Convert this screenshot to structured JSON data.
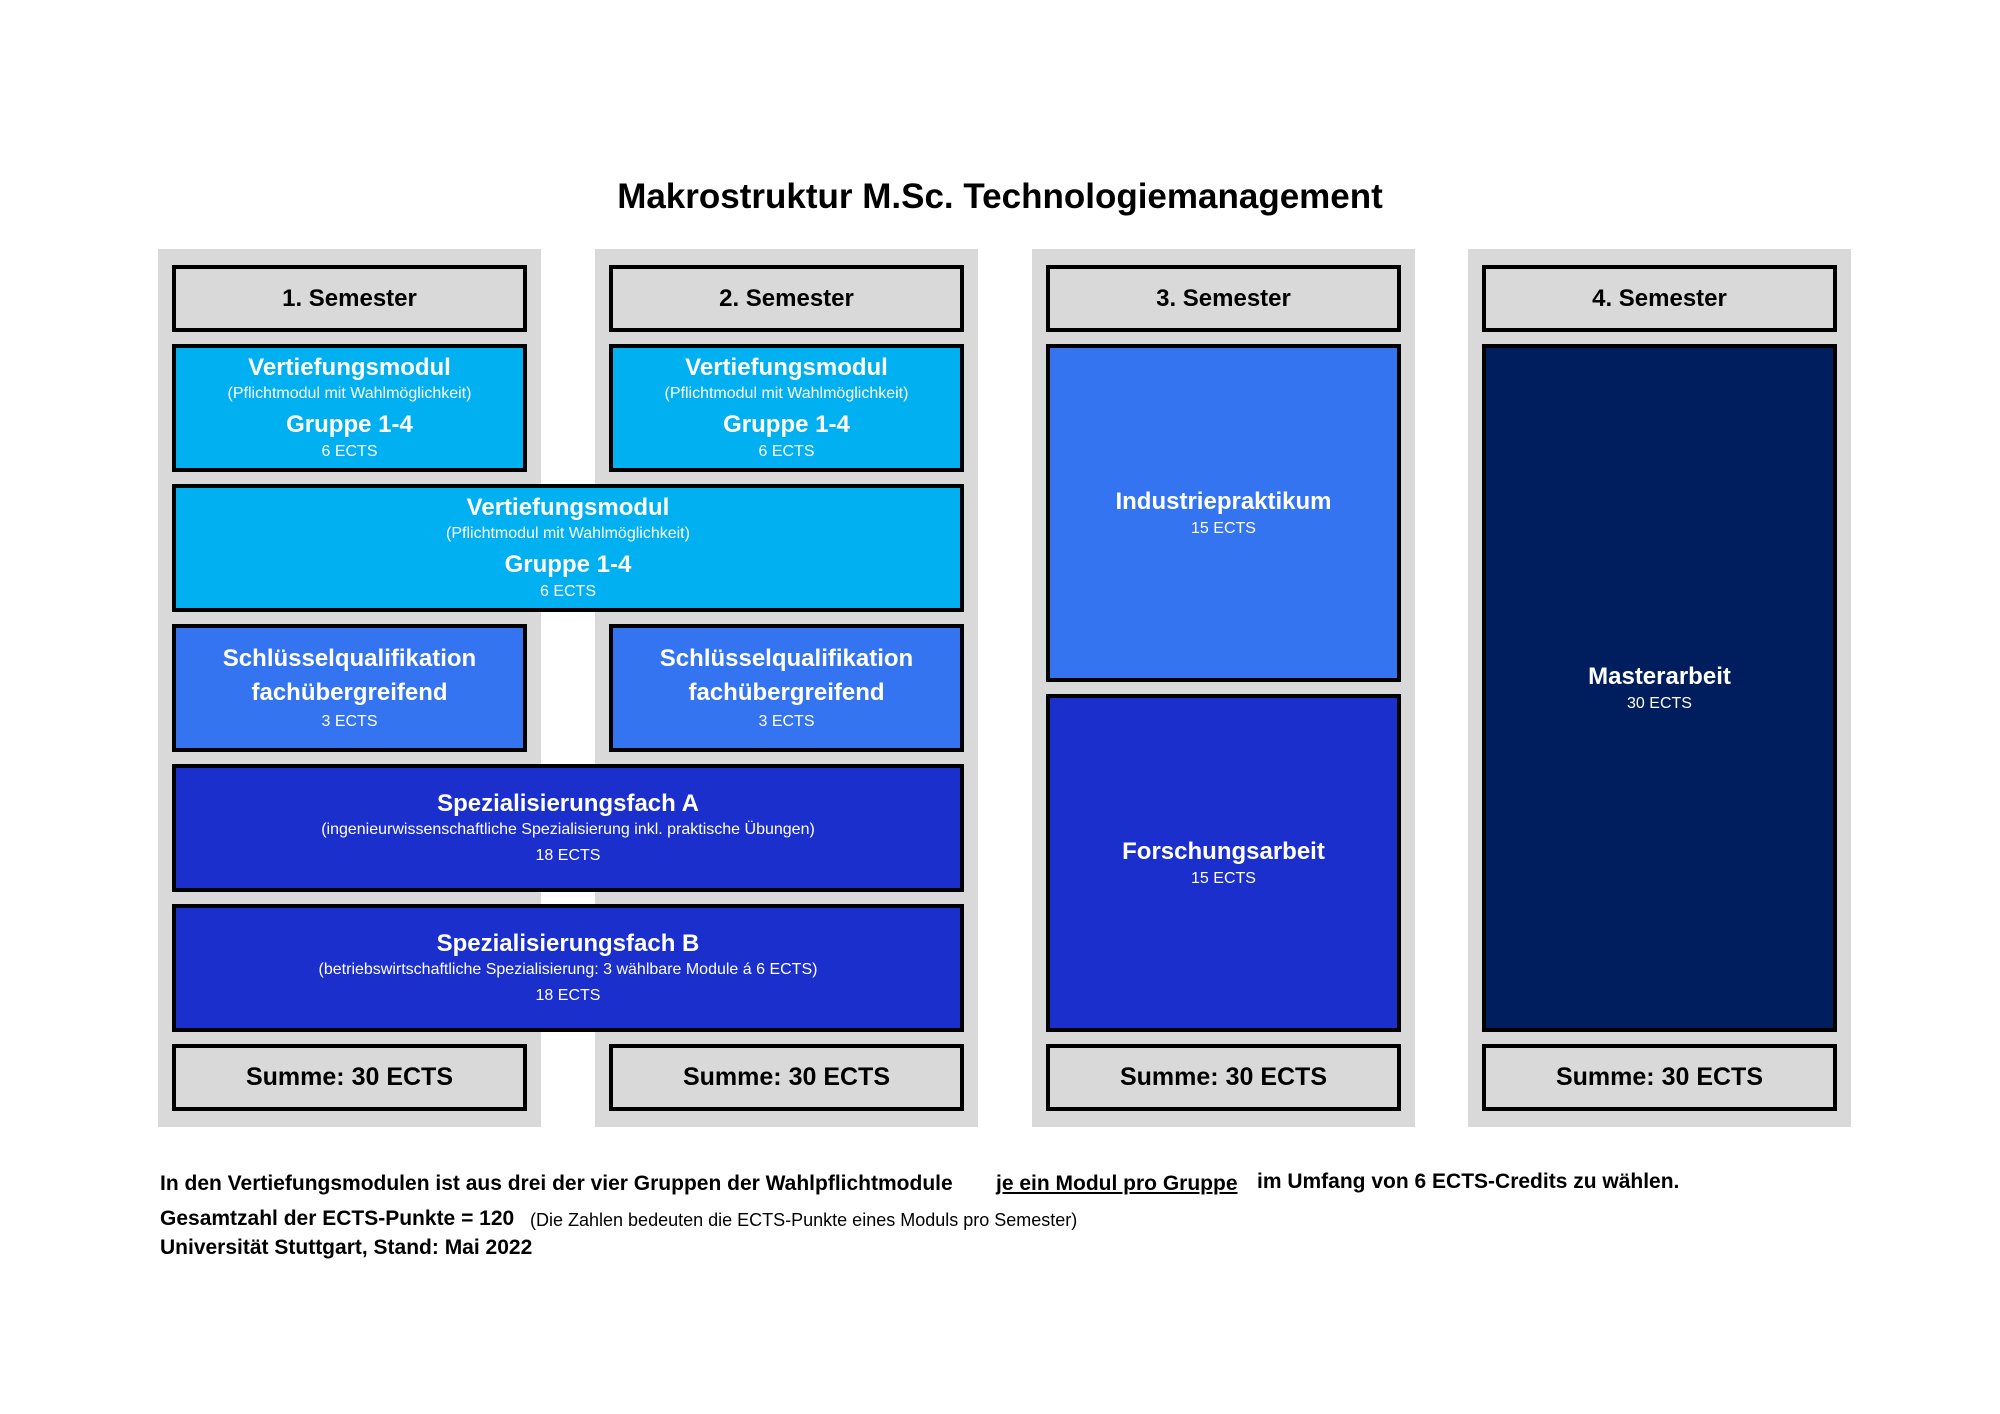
{
  "title": "Makrostruktur M.Sc. Technologiemanagement",
  "semesters": [
    {
      "header": "1. Semester",
      "sum": "Summe: 30 ECTS"
    },
    {
      "header": "2. Semester",
      "sum": "Summe: 30 ECTS"
    },
    {
      "header": "3. Semester",
      "sum": "Summe: 30 ECTS"
    },
    {
      "header": "4. Semester",
      "sum": "Summe: 30 ECTS"
    }
  ],
  "modules": {
    "vm1": {
      "title": "Vertiefungsmodul",
      "sub": "(Pflichtmodul mit Wahlmöglichkeit)",
      "group": "Gruppe 1-4",
      "ects": "6 ECTS"
    },
    "vm2": {
      "title": "Vertiefungsmodul",
      "sub": "(Pflichtmodul mit Wahlmöglichkeit)",
      "group": "Gruppe 1-4",
      "ects": "6 ECTS"
    },
    "vm_wide": {
      "title": "Vertiefungsmodul",
      "sub": "(Pflichtmodul mit Wahlmöglichkeit)",
      "group": "Gruppe 1-4",
      "ects": "6 ECTS"
    },
    "sq1": {
      "line1": "Schlüsselqualifikation",
      "line2": "fachübergreifend",
      "ects": "3 ECTS"
    },
    "sq2": {
      "line1": "Schlüsselqualifikation",
      "line2": "fachübergreifend",
      "ects": "3 ECTS"
    },
    "spez_a": {
      "title": "Spezialisierungsfach A",
      "sub": "(ingenieurwissenschaftliche Spezialisierung inkl. praktische Übungen)",
      "ects": "18 ECTS"
    },
    "spez_b": {
      "title": "Spezialisierungsfach B",
      "sub": "(betriebswirtschaftliche Spezialisierung: 3 wählbare Module á 6 ECTS)",
      "ects": "18 ECTS"
    },
    "industrie": {
      "title": "Industriepraktikum",
      "ects": "15 ECTS"
    },
    "forschung": {
      "title": "Forschungsarbeit",
      "ects": "15 ECTS"
    },
    "master": {
      "title": "Masterarbeit",
      "ects": "30 ECTS"
    }
  },
  "footer": {
    "line1_a": "In den Vertiefungsmodulen ist aus drei der vier Gruppen der Wahlpflichtmodule",
    "line1_b": "je ein Modul pro Gruppe",
    "line1_c": "im Umfang von 6 ECTS-Credits zu wählen.",
    "line2_a": "Gesamtzahl der ECTS-Punkte = 120",
    "line2_b": "(Die Zahlen bedeuten die ECTS-Punkte eines Moduls pro Semester)",
    "line3": "Universität Stuttgart, Stand: Mai 2022"
  },
  "colors": {
    "column_bg": "#d9d9d9",
    "vertiefung": "#00b0f0",
    "schluessel_industrie": "#3474f0",
    "spezialisierung_forschung": "#1b2fcc",
    "master": "#001e5e"
  }
}
